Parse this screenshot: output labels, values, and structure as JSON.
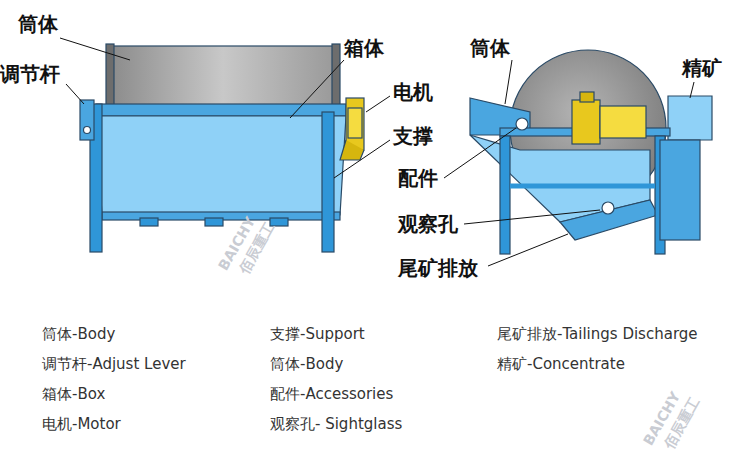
{
  "diagram": {
    "labels": [
      "筒体",
      "调节杆",
      "箱体",
      "电机",
      "支撑",
      "筒体",
      "精矿",
      "配件",
      "观察孔",
      "尾矿排放",
      "筒体-Body",
      "调节杆-Adjust Lever",
      "箱体-Box",
      "电机-Motor",
      "支撑-Support",
      "筒体-Body",
      "配件-Accessories",
      "观察孔- Sightglass",
      "尾矿排放-Tailings Discharge",
      "精矿-Concentrate",
      "BAICHY",
      "佰辰重工",
      "BAICHY",
      "佰辰重工"
    ]
  }
}
